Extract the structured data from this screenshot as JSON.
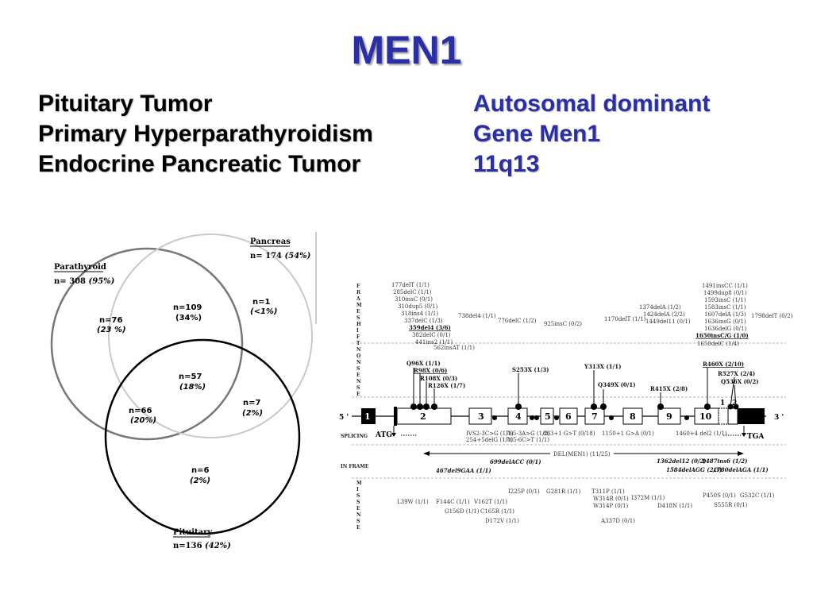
{
  "title": "MEN1",
  "left_list": [
    "Pituitary Tumor",
    "Primary Hyperparathyroidism",
    "Endocrine Pancreatic Tumor"
  ],
  "right_list": [
    "Autosomal dominant",
    "Gene Men1",
    "11q13"
  ],
  "venn": {
    "parathyroid": {
      "label": "Parathyroid",
      "n_label": "n= 308",
      "pct": "(95%)"
    },
    "pancreas": {
      "label": "Pancreas",
      "n_label": "n= 174",
      "pct": "(54%)"
    },
    "pituitary": {
      "label": "Pituitary",
      "n_label": "n=136",
      "pct": "(42%)"
    },
    "regions": [
      {
        "n": "n=76",
        "pct": "(23 %)"
      },
      {
        "n": "n=109",
        "pct": "(34%)"
      },
      {
        "n": "n=1",
        "pct": "(<1%)"
      },
      {
        "n": "n=57",
        "pct": "(18%)"
      },
      {
        "n": "n=66",
        "pct": "(20%)"
      },
      {
        "n": "n=7",
        "pct": "(2%)"
      },
      {
        "n": "n=6",
        "pct": "(2%)"
      }
    ]
  },
  "gene": {
    "row_labels": {
      "frameshift": [
        "F",
        "R",
        "A",
        "M",
        "E",
        "S",
        "H",
        "I",
        "F",
        "T"
      ],
      "nonsense": [
        "N",
        "O",
        "N",
        "S",
        "E",
        "N",
        "S",
        "E"
      ],
      "splicing": "SPLICING",
      "inframe": "IN FRAME",
      "missense": [
        "M",
        "I",
        "S",
        "S",
        "E",
        "N",
        "S",
        "E"
      ]
    },
    "frameshift_mutations": [
      "177delT (1/1)",
      "285delC (1/1)",
      "310insC (0/1)",
      "310dup5 (0/1)",
      "318ins4 (1/1)",
      "337delC (1/3)",
      "359del4 (3/6)",
      "382delC (0/1)",
      "441ins2 (1/1)",
      "562insAT (1/1)",
      "738del4 (1/1)",
      "776delC (1/2)",
      "925insC (0/2)",
      "1170delT (1/1)",
      "1374delA (1/2)",
      "1424delA (2/2)",
      "1449del11 (0/1)",
      "1491insCC (1/1)",
      "1499dup8 (0/1)",
      "1593insC (1/1)",
      "1583insC (1/1)",
      "1607delA (1/3)",
      "1636insG (0/1)",
      "1636delG (0/1)",
      "1650insC/G (1/0)",
      "1650delC (1/4)",
      "1798delT (0/2)"
    ],
    "nonsense_mutations": [
      "Q96X (1/1)",
      "R98X (0/6)",
      "R108X (0/3)",
      "R126X (1/7)",
      "S253X (1/3)",
      "Y313X (1/1)",
      "Q349X (0/1)",
      "R415X (2/8)",
      "R460X (2/10)",
      "R527X (2/4)",
      "Q536X (0/2)"
    ],
    "exons": [
      "1",
      "2",
      "3",
      "4",
      "5",
      "6",
      "7",
      "8",
      "9",
      "10"
    ],
    "five_prime": "5 '",
    "three_prime": "3 '",
    "atg": "ATG",
    "tga": "TGA",
    "exon10_parts": [
      "1",
      "2"
    ],
    "splicing_mutations": [
      "IVS2-3C>G (1/1)",
      "254+5delG (1/1)",
      "765-3A>G (1/2)",
      "765-6C>T (1/1)",
      "863+1 G>T (0/18)",
      "1150+1 G>A (0/1)",
      "1460+4 del2 (1/1)"
    ],
    "deletion": "DEL(MEN1) (11/25)",
    "inframe_mutations": [
      "699delACC (0/1)",
      "467del9GAA (1/1)",
      "1362del12 (0/2)",
      "1487ins6 (1/2)",
      "1584delAGG (2/3)",
      "1780delAGA (1/1)"
    ],
    "missense_mutations": [
      "L39W (1/1)",
      "F144C (1/1)",
      "V162T (1/1)",
      "G156D (1/1)",
      "C165R (1/1)",
      "I225P (0/1)",
      "D172V (1/1)",
      "G281R (1/1)",
      "T311P (1/1)",
      "W314R (0/1)",
      "W314P (0/1)",
      "A337D (0/1)",
      "I372M (1/1)",
      "D418N (1/1)",
      "P450S (0/1)",
      "G532C (1/1)",
      "S555R (0/1)"
    ]
  }
}
